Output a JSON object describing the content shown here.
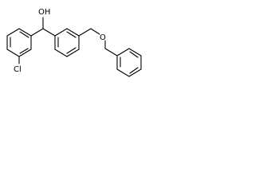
{
  "molecule": {
    "labels": {
      "hydroxyl": "OH",
      "chlorine": "Cl",
      "ether_oxygen": "O"
    }
  }
}
